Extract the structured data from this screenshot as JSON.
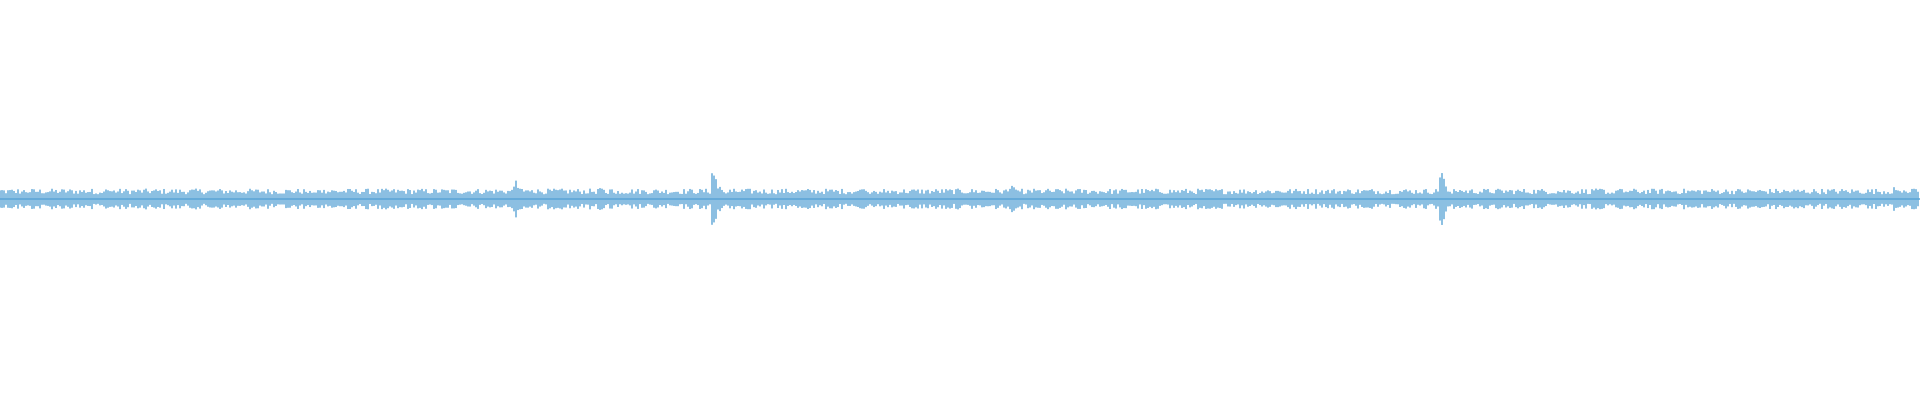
{
  "waveform": {
    "color": "#5aa4d6",
    "background": "#ffffff",
    "baseline_amplitude": 0.012,
    "noise_amplitude": 0.014,
    "peaks": [
      {
        "position": 0.0,
        "amplitude": 0.03
      },
      {
        "position": 0.048,
        "amplitude": 0.022
      },
      {
        "position": 0.16,
        "amplitude": 0.018
      },
      {
        "position": 0.269,
        "amplitude": 0.05
      },
      {
        "position": 0.313,
        "amplitude": 0.032
      },
      {
        "position": 0.372,
        "amplitude": 0.075
      },
      {
        "position": 0.45,
        "amplitude": 0.04
      },
      {
        "position": 0.527,
        "amplitude": 0.042
      },
      {
        "position": 0.751,
        "amplitude": 0.07
      },
      {
        "position": 0.831,
        "amplitude": 0.028
      },
      {
        "position": 0.987,
        "amplitude": 0.03
      }
    ]
  }
}
